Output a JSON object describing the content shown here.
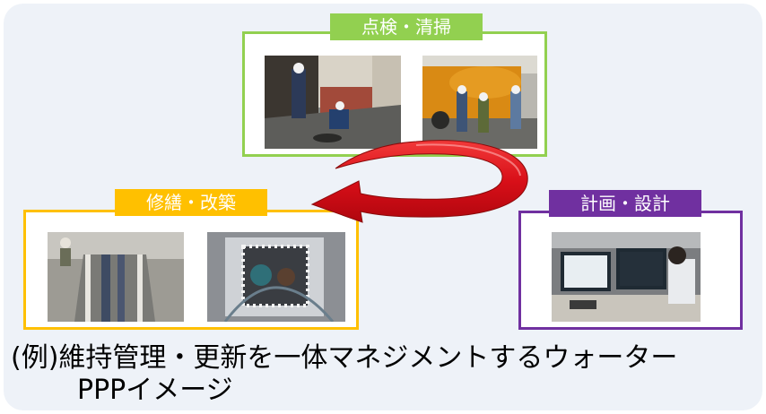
{
  "diagram": {
    "stages": {
      "inspection": {
        "label": "点検・清掃",
        "color": "#92d050",
        "photos": [
          "inspection-workers-photo",
          "vacuum-truck-photo"
        ]
      },
      "repair": {
        "label": "修繕・改築",
        "color": "#ffc000",
        "photos": [
          "pipe-trench-photo",
          "pipe-interior-photo"
        ]
      },
      "planning": {
        "label": "計画・設計",
        "color": "#7030a0",
        "photos": [
          "design-office-photo"
        ]
      }
    },
    "cycle_arrow": {
      "color": "#e8141c",
      "icon": "cycle-arrow-icon"
    },
    "caption": {
      "line1": "(例)維持管理・更新を一体マネジメントするウォーター",
      "line2": "PPPイメージ"
    }
  }
}
